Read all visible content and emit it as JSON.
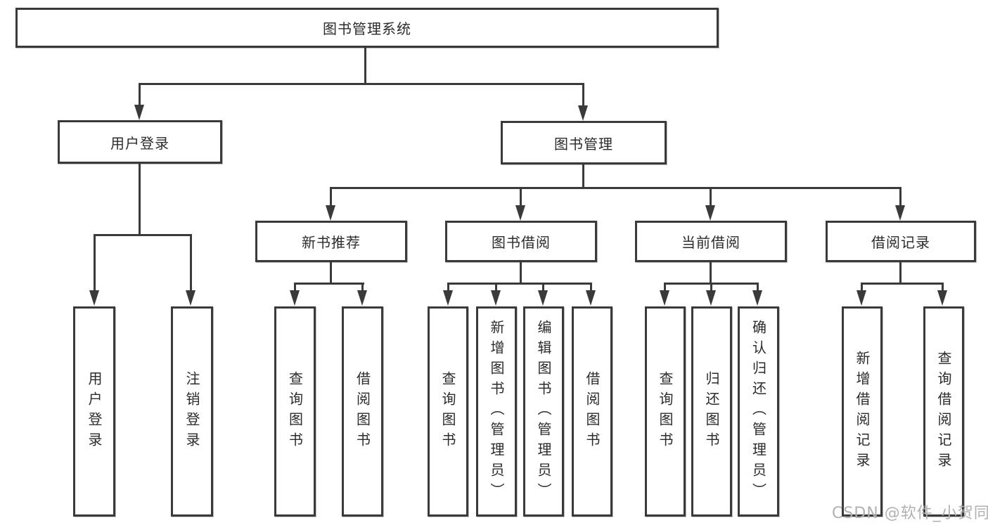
{
  "diagram": {
    "root": "图书管理系统",
    "branches": {
      "user_login": "用户登录",
      "book_mgmt": "图书管理"
    },
    "modules": {
      "new_rec": "新书推荐",
      "borrow": "图书借阅",
      "current": "当前借阅",
      "records": "借阅记录"
    },
    "leaves": {
      "login": "用户登录",
      "logout": "注销登录",
      "rec_query": "查询图书",
      "rec_borrow": "借阅图书",
      "bor_query": "查询图书",
      "bor_add": "新增图书（管理员）",
      "bor_edit": "编辑图书（管理员）",
      "bor_borrow": "借阅图书",
      "cur_query": "查询图书",
      "cur_return": "归还图书",
      "cur_confirm": "确认归还（管理员）",
      "brec_add": "新增借阅记录",
      "brec_query": "查询借阅记录"
    }
  },
  "watermark": "CSDN @软件_小贺同学",
  "colors": {
    "line": "#3a3a3a",
    "text": "#2b2b2b",
    "background": "#ffffff",
    "watermark": "#b1b1b1"
  }
}
